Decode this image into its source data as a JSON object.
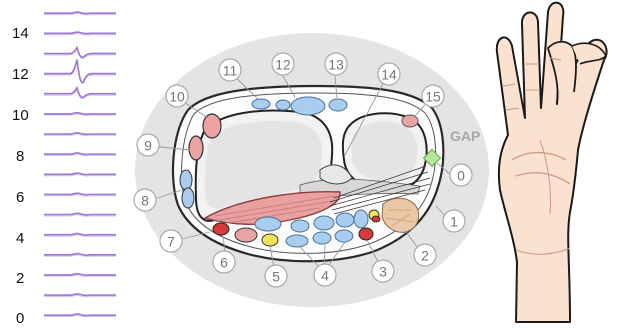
{
  "emg_panel": {
    "y_tick_labels": [
      "14",
      "12",
      "10",
      "8",
      "6",
      "4",
      "2",
      "0"
    ],
    "channel_count": 16,
    "trace_color": "#9b6fd6",
    "active_channels": [
      11,
      12,
      13
    ]
  },
  "cross_section": {
    "labels": [
      "0",
      "1",
      "2",
      "3",
      "4",
      "5",
      "6",
      "7",
      "8",
      "9",
      "10",
      "11",
      "12",
      "13",
      "14",
      "15"
    ],
    "gap_label": "GAP",
    "colors": {
      "background_ellipse": "#e4e4e4",
      "bone": "#f2f2f2",
      "muscle": "#e8a0a0",
      "vessel": "#a9cdee",
      "nerve": "#f1e25a",
      "artery": "#d83a3a",
      "tendon_bundle": "#eac7a6",
      "gap_marker": "#b7e59a"
    }
  },
  "hand_illustration": {
    "skin_color": "#fbe1cf",
    "outline_color": "#1a1a1a"
  }
}
